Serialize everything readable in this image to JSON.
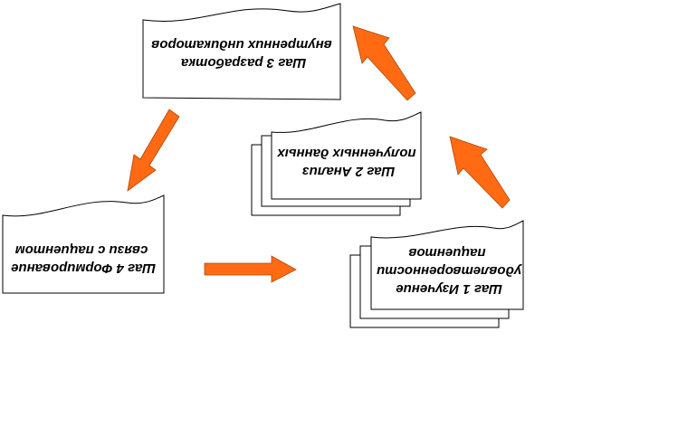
{
  "colors": {
    "arrow": "#ff6a13",
    "arrow_stroke": "#b04a0c",
    "box_fill": "#ffffff",
    "box_stroke": "#000000"
  },
  "steps": [
    {
      "id": "step1",
      "lines": [
        "Шаг 1 Изучение",
        "удовлетворенности",
        "пациентов"
      ]
    },
    {
      "id": "step2",
      "lines": [
        "Шаг 2 Анализ",
        "полученных данных"
      ]
    },
    {
      "id": "step3",
      "lines": [
        "Шаг 3 разработка",
        "внутренних индикаторов"
      ]
    },
    {
      "id": "step4",
      "lines": [
        "Шаг 4 Формирование",
        "связи с пациентом"
      ]
    }
  ]
}
